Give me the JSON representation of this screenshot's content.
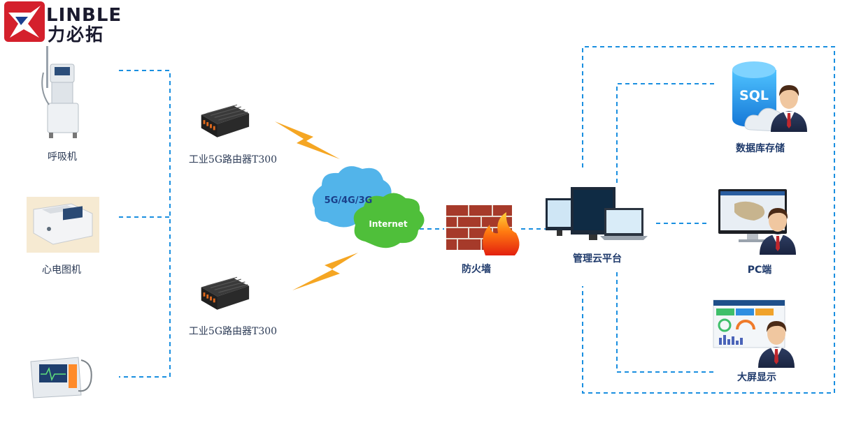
{
  "brand": {
    "name_en": "LINBLE",
    "name_cn": "力必拓",
    "colors": {
      "red": "#d4202c",
      "navy": "#1b3f8f"
    }
  },
  "devices": {
    "ventilator": "呼吸机",
    "ecg": "心电图机"
  },
  "routers": {
    "top": "工业5G路由器T300",
    "bottom": "工业5G路由器T300"
  },
  "network": {
    "cellular": "5G/4G/3G",
    "internet": "Internet"
  },
  "firewall": "防火墙",
  "platform": "管理云平台",
  "clients": {
    "database": "数据库存储",
    "sql": "SQL",
    "pc": "PC端",
    "bigscreen": "大屏显示"
  },
  "colors": {
    "dashed_line": "#1a8fe0",
    "bolt": "#f5a623",
    "cloud_blue": "#52b4ea",
    "cloud_green": "#4fbf3a",
    "label_dark": "#1f3a6b"
  }
}
